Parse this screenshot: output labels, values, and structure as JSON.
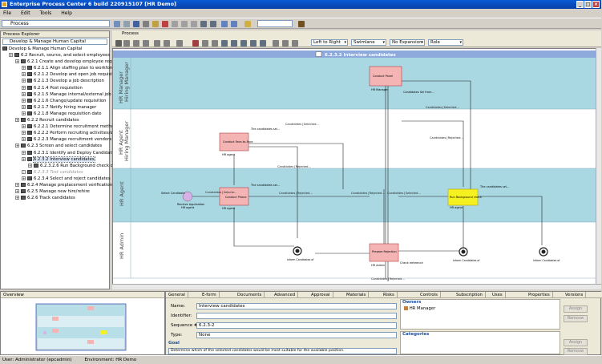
{
  "window": {
    "title": "Enterprise Process Center 6 build 220915107 [HR Demo]"
  },
  "menu": {
    "file": "File",
    "edit": "Edit",
    "tools": "Tools",
    "help": "Help"
  },
  "toolbar": {
    "process_select": "Process"
  },
  "explorer": {
    "title": "Process Explorer",
    "combo": "Develop & Manage Human Capital",
    "items": [
      {
        "label": "Develop & Manage Human Capital",
        "indent": 0
      },
      {
        "label": "6.2 Recruit, source, and select employees",
        "indent": 1
      },
      {
        "label": "6.2.1 Create and develop employee requisitions",
        "indent": 2
      },
      {
        "label": "6.2.1.1 Align staffing plan to workforce pla",
        "indent": 3
      },
      {
        "label": "6.2.1.2 Develop and open job requisition",
        "indent": 3
      },
      {
        "label": "6.2.1.3 Develop a job description",
        "indent": 3
      },
      {
        "label": "6.2.1.4 Post requisition",
        "indent": 3
      },
      {
        "label": "6.2.1.5 Manage internal/external job postir",
        "indent": 3
      },
      {
        "label": "6.2.1.6 Change/update requisition",
        "indent": 3
      },
      {
        "label": "6.2.1.7 Notify hiring manager",
        "indent": 3
      },
      {
        "label": "6.2.1.8 Manage requisition date",
        "indent": 3
      },
      {
        "label": "6.2.2 Recruit candidates",
        "indent": 2
      },
      {
        "label": "6.2.2.1 Determine recruitment methods",
        "indent": 3
      },
      {
        "label": "6.2.2.2 Perform recruiting activities/events",
        "indent": 3
      },
      {
        "label": "6.2.2.3 Manage recruitment vendors",
        "indent": 3
      },
      {
        "label": "6.2.3 Screen and select candidates",
        "indent": 2
      },
      {
        "label": "6.2.3.1 Identify and Deploy Candidate Sele",
        "indent": 3
      },
      {
        "label": "6.2.3.2 Interview candidates",
        "indent": 3,
        "selected": true
      },
      {
        "label": "6.2.3.2.6 Run Background check on po",
        "indent": 4
      },
      {
        "label": "6.2.3.3 Test candidates",
        "indent": 3,
        "ghost": true
      },
      {
        "label": "6.2.3.4 Select and reject candidates",
        "indent": 3
      },
      {
        "label": "6.2.4 Manage preplacement verification",
        "indent": 2
      },
      {
        "label": "6.2.5 Manage new hire/rehire",
        "indent": 2
      },
      {
        "label": "6.2.6 Track candidates",
        "indent": 2
      }
    ]
  },
  "main": {
    "tab": "Process",
    "layout": "Left to Right",
    "view": "Swimlane",
    "expansion": "No Expansion",
    "role": "Role",
    "diagram_title": "6.2.3.2 Interview candidates",
    "lanes": [
      {
        "label": "HR Manager\nHiring Manager"
      },
      {
        "label": "HR Agent\nHiring Manager"
      },
      {
        "label": "HR Agent"
      },
      {
        "label": "HR Admin"
      }
    ],
    "edge_labels": [
      "Candidates [Selected...",
      "Candidates [Rejected...",
      "Candidates [Selected...",
      "Candidates [Rejected...",
      "Candidates [Selecte...",
      "Candidates [Rejected...",
      "Candidates [Rejected...",
      "Candidates [Selected...",
      "Candidates [Rejected..."
    ]
  },
  "overview": {
    "title": "Overview"
  },
  "props": {
    "tabs": [
      "General",
      "E-form",
      "Documents",
      "Advanced",
      "Approval",
      "Materials",
      "Risks",
      "Controls",
      "Subscription",
      "Uses",
      "Properties",
      "Versions"
    ],
    "name_label": "Name:",
    "name_value": "Interview candidates",
    "identifier_label": "Identifier:",
    "identifier_value": "",
    "sequence_label": "Sequence #:",
    "sequence_value": "6.2.3-2",
    "type_label": "Type:",
    "type_value": "None",
    "goal_label": "Goal",
    "goal_text": "Determine which of the selected candidates would be most suitable for the available position.",
    "owners_title": "Owners",
    "owner": "HR Manager",
    "categories_title": "Categories",
    "assign": "Assign",
    "remove": "Remove"
  },
  "status": {
    "user": "User: Administrator (epcadmin)",
    "env": "Environment: HR Demo"
  }
}
